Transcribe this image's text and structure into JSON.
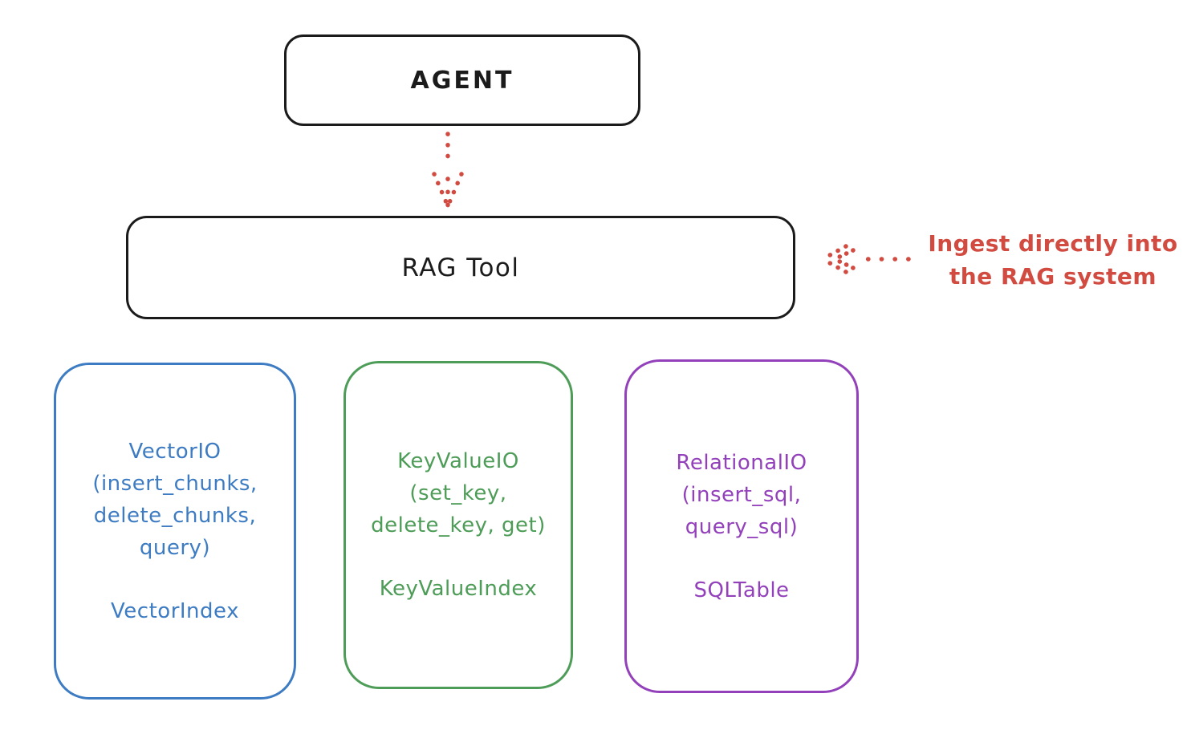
{
  "colors": {
    "ink": "#1b1b1b",
    "red_accent": "#d14b41",
    "vector_blue": "#3d7bc2",
    "keyvalue_green": "#4d9c57",
    "relational_purple": "#9340bb",
    "background": "#ffffff"
  },
  "agent_box": {
    "label": "AGENT"
  },
  "rag_tool_box": {
    "label": "RAG Tool"
  },
  "agent_to_rag_arrow": {
    "style": "dotted",
    "direction": "down",
    "color": "#d14b41"
  },
  "annotation": {
    "line1": "Ingest directly into",
    "line2": "the RAG system",
    "color": "#d14b41",
    "arrow_style": "dotted",
    "arrow_direction": "left"
  },
  "backends": [
    {
      "title": "VectorIO",
      "methods_lines": [
        "(insert_chunks,",
        "delete_chunks,",
        "query)"
      ],
      "index_label": "VectorIndex",
      "color": "#3d7bc2"
    },
    {
      "title": "KeyValueIO",
      "methods_lines": [
        "(set_key,",
        "delete_key, get)"
      ],
      "index_label": "KeyValueIndex",
      "color": "#4d9c57"
    },
    {
      "title": "RelationalIO",
      "methods_lines": [
        "(insert_sql,",
        "query_sql)"
      ],
      "index_label": "SQLTable",
      "color": "#9340bb"
    }
  ]
}
